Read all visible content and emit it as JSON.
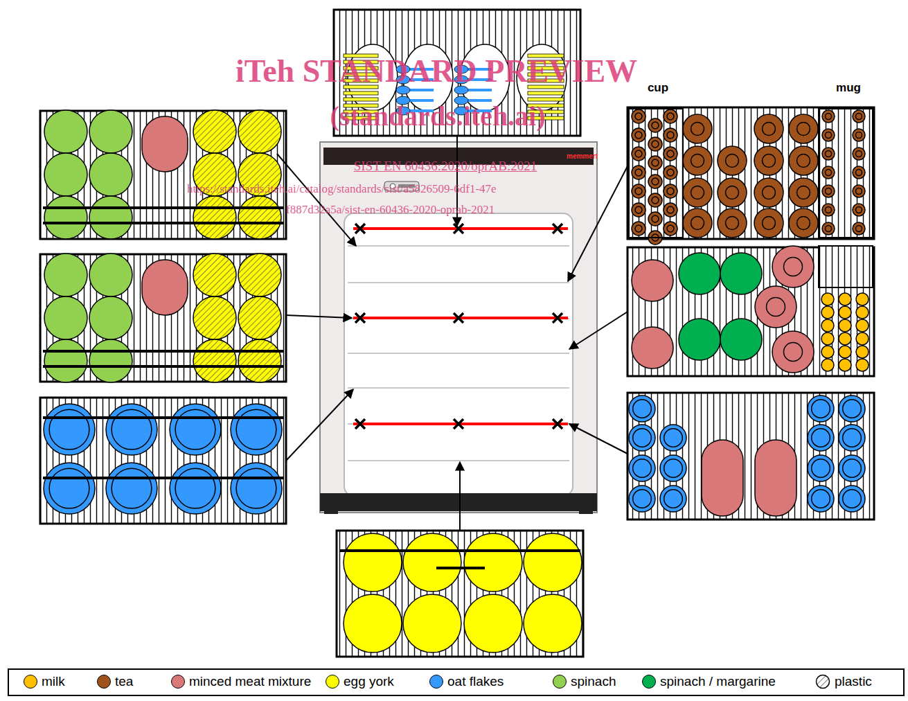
{
  "diagram": {
    "labels": [
      "iTeh STANDARD PREVIEW",
      "(standards.iteh.ai)",
      "SIST EN 60436:2020/oprAB:2021",
      "https://standards.iteh.ai/catalog/standards/sist/a5826509-6df1-47e",
      "f887d32a5a/sist-en-60436-2020-oprab-2021",
      "memmert",
      "cup",
      "mug"
    ],
    "legend": [
      {
        "text": "milk",
        "color": "#ffc000"
      },
      {
        "text": "tea",
        "color": "#a0521c"
      },
      {
        "text": "minced meat mixture",
        "color": "#d97878"
      },
      {
        "text": "egg york",
        "color": "#ffff00"
      },
      {
        "text": "oat flakes",
        "color": "#3399ff"
      },
      {
        "text": "spinach",
        "color": "#92d050"
      },
      {
        "text": "spinach / margarine",
        "color": "#00b050"
      },
      {
        "text": "plastic"
      }
    ]
  }
}
